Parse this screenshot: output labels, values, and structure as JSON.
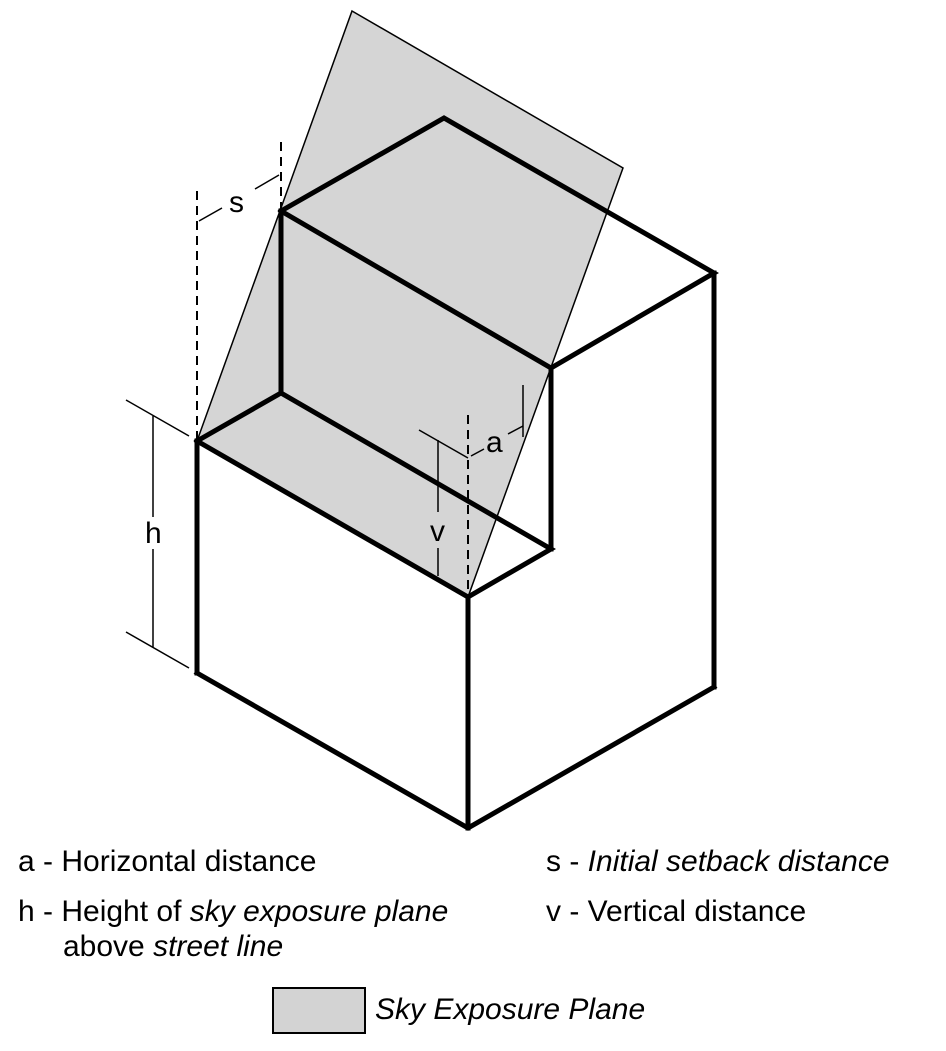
{
  "labels": {
    "s": "s",
    "h": "h",
    "a": "a",
    "v": "v"
  },
  "legend": {
    "a": {
      "key": "a",
      "sep": " - ",
      "text": "Horizontal distance"
    },
    "s": {
      "key": "s",
      "sep": " - ",
      "italic": "Initial setback distance"
    },
    "h": {
      "key": "h",
      "sep": " - ",
      "text1": "Height of ",
      "italic1": "sky exposure plane",
      "text2": "above ",
      "italic2": "street line"
    },
    "v": {
      "key": "v",
      "sep": " - ",
      "text": "Vertical distance"
    },
    "swatch_label": "Sky Exposure Plane"
  },
  "colors": {
    "plane_fill": "#d3d3d3",
    "stroke": "#000000",
    "background": "#ffffff"
  }
}
